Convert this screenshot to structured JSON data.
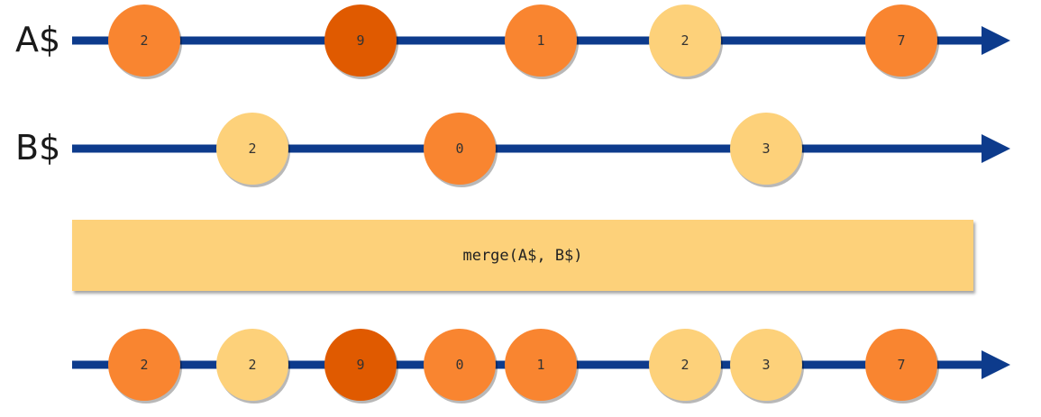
{
  "colors": {
    "line": "#0d3b8c",
    "marble_orange": "#f98530",
    "marble_dark": "#e05a00",
    "marble_light": "#fdd17a",
    "operator_box": "#fdd17a"
  },
  "streams": [
    {
      "id": "a",
      "label": "A$",
      "marbles": [
        {
          "value": "2",
          "color": "orange"
        },
        {
          "value": "9",
          "color": "dark"
        },
        {
          "value": "1",
          "color": "orange"
        },
        {
          "value": "2",
          "color": "light"
        },
        {
          "value": "7",
          "color": "orange"
        }
      ]
    },
    {
      "id": "b",
      "label": "B$",
      "marbles": [
        {
          "value": "2",
          "color": "light"
        },
        {
          "value": "0",
          "color": "orange"
        },
        {
          "value": "3",
          "color": "light"
        }
      ]
    }
  ],
  "operator": {
    "label": "merge(A$, B$)"
  },
  "output": {
    "label": "",
    "marbles": [
      {
        "value": "2",
        "color": "orange"
      },
      {
        "value": "2",
        "color": "light"
      },
      {
        "value": "9",
        "color": "dark"
      },
      {
        "value": "0",
        "color": "orange"
      },
      {
        "value": "1",
        "color": "orange"
      },
      {
        "value": "2",
        "color": "light"
      },
      {
        "value": "3",
        "color": "light"
      },
      {
        "value": "7",
        "color": "orange"
      }
    ]
  }
}
